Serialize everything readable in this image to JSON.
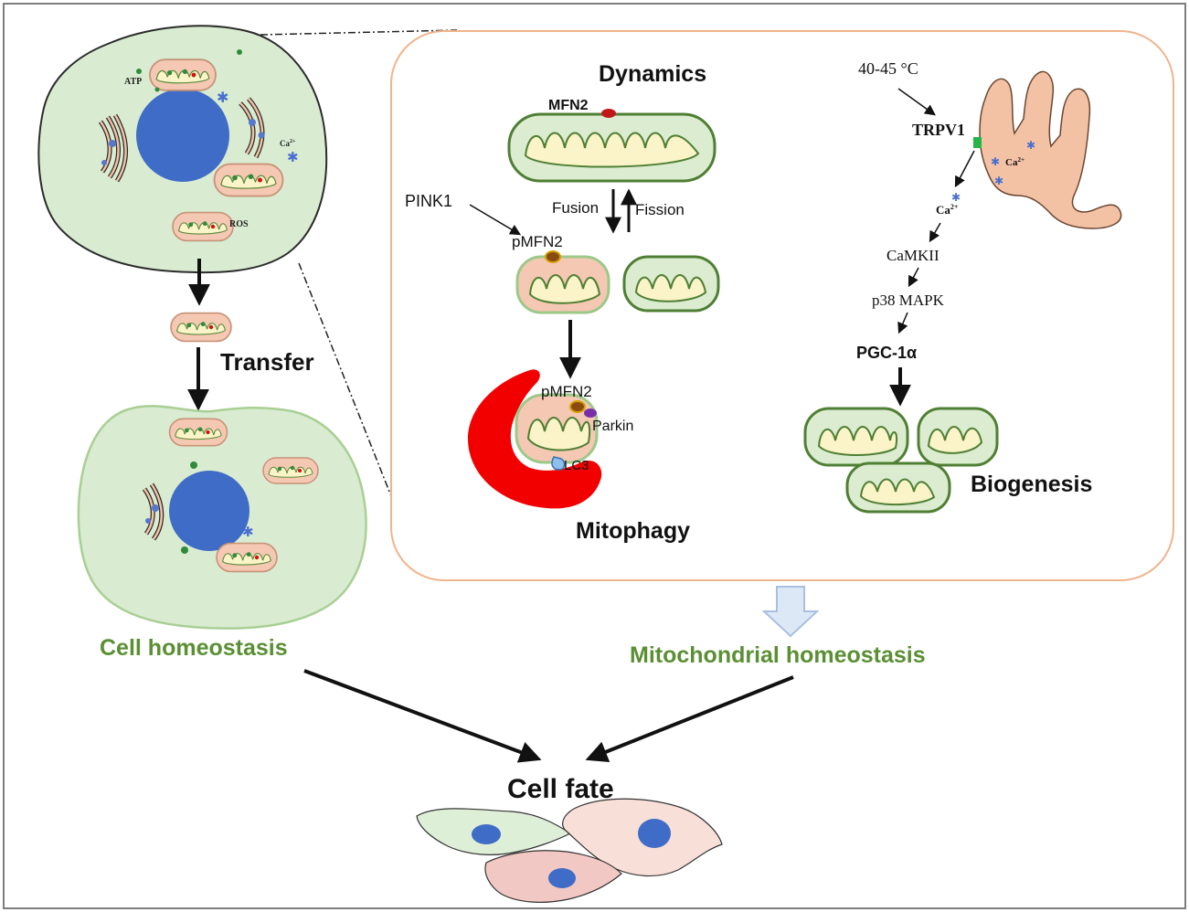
{
  "labels": {
    "atp": "ATP",
    "ca_cell": "Ca",
    "ca_cell_sup": "2+",
    "ros": "ROS",
    "transfer": "Transfer",
    "cell_homeostasis": "Cell homeostasis",
    "dynamics": "Dynamics",
    "mfn2": "MFN2",
    "pink1": "PINK1",
    "pmfn2_top": "pMFN2",
    "fusion": "Fusion",
    "fission": "Fission",
    "pmfn2_bottom": "pMFN2",
    "parkin": "Parkin",
    "lc3": "LC3",
    "mitophagy": "Mitophagy",
    "temperature": "40-45 °C",
    "trpv1": "TRPV1",
    "ca_er": "Ca",
    "ca_er_sup": "2+",
    "ca_path": "Ca",
    "ca_path_sup": "2+",
    "camkii": "CaMKII",
    "p38": "p38 MAPK",
    "pgc1a": "PGC-1α",
    "biogenesis": "Biogenesis",
    "mito_homeostasis": "Mitochondrial homeostasis",
    "cell_fate": "Cell fate"
  },
  "colors": {
    "cell_fill": "#d9ecd2",
    "cell_stroke": "#2b2b2b",
    "nucleus": "#3f6cc6",
    "mito_healthy_fill": "#dcecd0",
    "mito_healthy_stroke": "#4f7f34",
    "mito_cristae_fill": "#fbf4c8",
    "mito_damaged_fill": "#f5c8b4",
    "er_fill": "#f3c2a4",
    "autophagosome": "#f20000",
    "homeostasis_text": "#5a8f33",
    "panel_stroke": "#f0b48c",
    "hollow_arrow_fill": "#dde8f6",
    "hollow_arrow_stroke": "#a7c0e0"
  }
}
